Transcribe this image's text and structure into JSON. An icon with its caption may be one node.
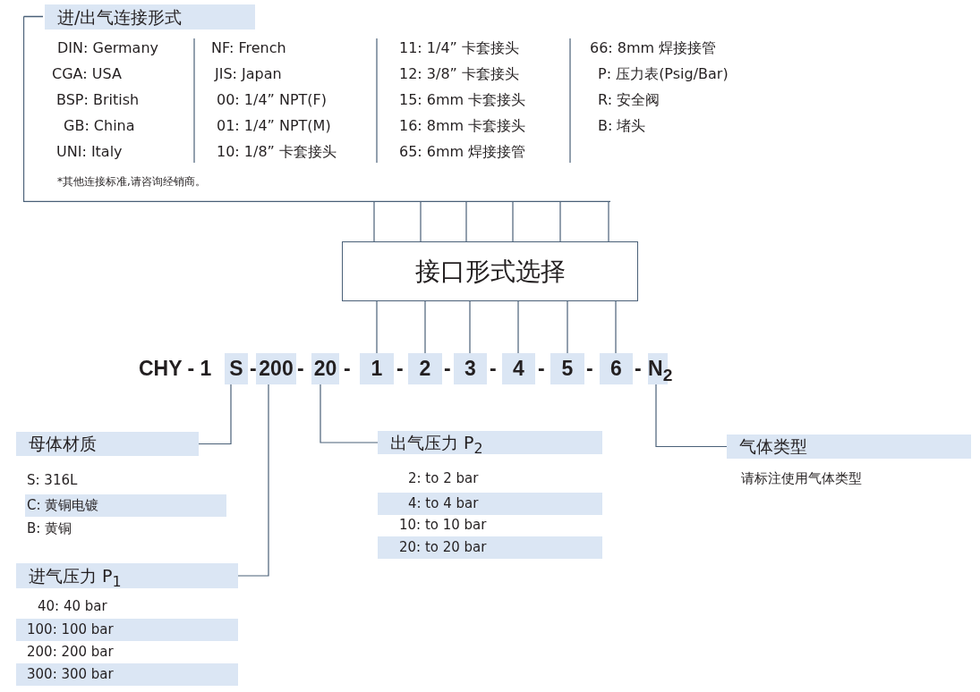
{
  "diagram": {
    "nodes": [
      {
        "text": [
          "进/出气连接形式"
        ]
      },
      {
        "text": [
          "接口形式选择"
        ]
      },
      {
        "text": [
          "S"
        ]
      },
      {
        "text": [
          "200"
        ]
      },
      {
        "text": [
          "20"
        ]
      },
      {
        "text": [
          "1"
        ]
      },
      {
        "text": [
          "2"
        ]
      },
      {
        "text": [
          "3"
        ]
      },
      {
        "text": [
          "4"
        ]
      },
      {
        "text": [
          "5"
        ]
      },
      {
        "text": [
          "6"
        ]
      },
      {
        "text": [
          "N$_{2}$"
        ]
      },
      {
        "text": [
          "母体材质"
        ]
      },
      {
        "text": [
          "进气压力 P$_{1}$"
        ]
      },
      {
        "text": [
          "出气压力 P$_{2}$"
        ]
      },
      {
        "text": [
          "气体类型"
        ]
      },
      {
        "text": [
          "C: 黄铜电镀"
        ]
      },
      {
        "text": [
          "100: 100 bar"
        ]
      },
      {
        "text": [
          "300: 300 bar"
        ]
      },
      {
        "text": [
          "4: to 4 bar"
        ]
      },
      {
        "text": [
          "20: to 20 bar"
        ]
      }
    ],
    "edges": [
      {
        "from": 0,
        "to": 1,
        "arrow": "none"
      },
      {
        "from": 0,
        "to": 1,
        "arrow": "none"
      },
      {
        "from": 0,
        "to": 1,
        "arrow": "none"
      },
      {
        "from": 0,
        "to": 1,
        "arrow": "none"
      },
      {
        "from": 0,
        "to": 1,
        "arrow": "none"
      },
      {
        "from": 0,
        "to": 1,
        "arrow": "none"
      },
      {
        "from": 1,
        "to": 5,
        "arrow": "none"
      },
      {
        "from": 1,
        "to": 6,
        "arrow": "none"
      },
      {
        "from": 1,
        "to": 7,
        "arrow": "none"
      },
      {
        "from": 1,
        "to": 8,
        "arrow": "none"
      },
      {
        "from": 1,
        "to": 9,
        "arrow": "none"
      },
      {
        "from": 1,
        "to": 10,
        "arrow": "none"
      },
      {
        "from": 2,
        "to": 12,
        "arrow": "none"
      },
      {
        "from": 3,
        "to": 13,
        "arrow": "none"
      },
      {
        "from": 4,
        "to": 14,
        "arrow": "none"
      },
      {
        "from": 11,
        "to": 15,
        "arrow": "none"
      }
    ],
    "labels": [
      "DIN: Germany",
      "NF: French",
      "11: 1/4” 卡套接头",
      "66: 8mm 焊接接管",
      "CGA: USA",
      "JIS: Japan",
      "12: 3/8” 卡套接头",
      "P: 压力表(Psig/Bar)",
      "BSP: British",
      "00: 1/4” NPT(F)",
      "15: 6mm 卡套接头",
      "R: 安全阀",
      "GB: China",
      "01: 1/4” NPT(M)",
      "16: 8mm 卡套接头",
      "B: 堵头",
      "UNI: Italy",
      "10: 1/8” 卡套接头",
      "65: 6mm 焊接接管",
      "*其他连接标准,请咨询经销商。",
      "CHY - 1",
      "-",
      "-",
      "-",
      "-",
      "-",
      "-",
      "-",
      "-",
      "-",
      "S: 316L",
      "B: 黄铜",
      "40: 40 bar",
      "200: 200 bar",
      "2: to 2 bar",
      "10: to 10 bar",
      "请标注使用气体类型"
    ]
  }
}
